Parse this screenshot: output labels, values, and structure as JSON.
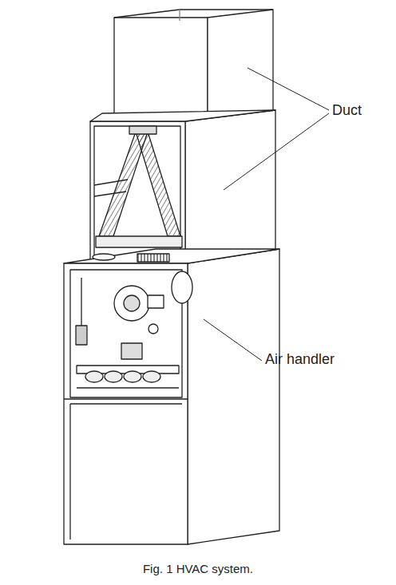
{
  "diagram": {
    "caption": "Fig. 1 HVAC system.",
    "labels": [
      "Duct",
      "Air handler"
    ]
  }
}
